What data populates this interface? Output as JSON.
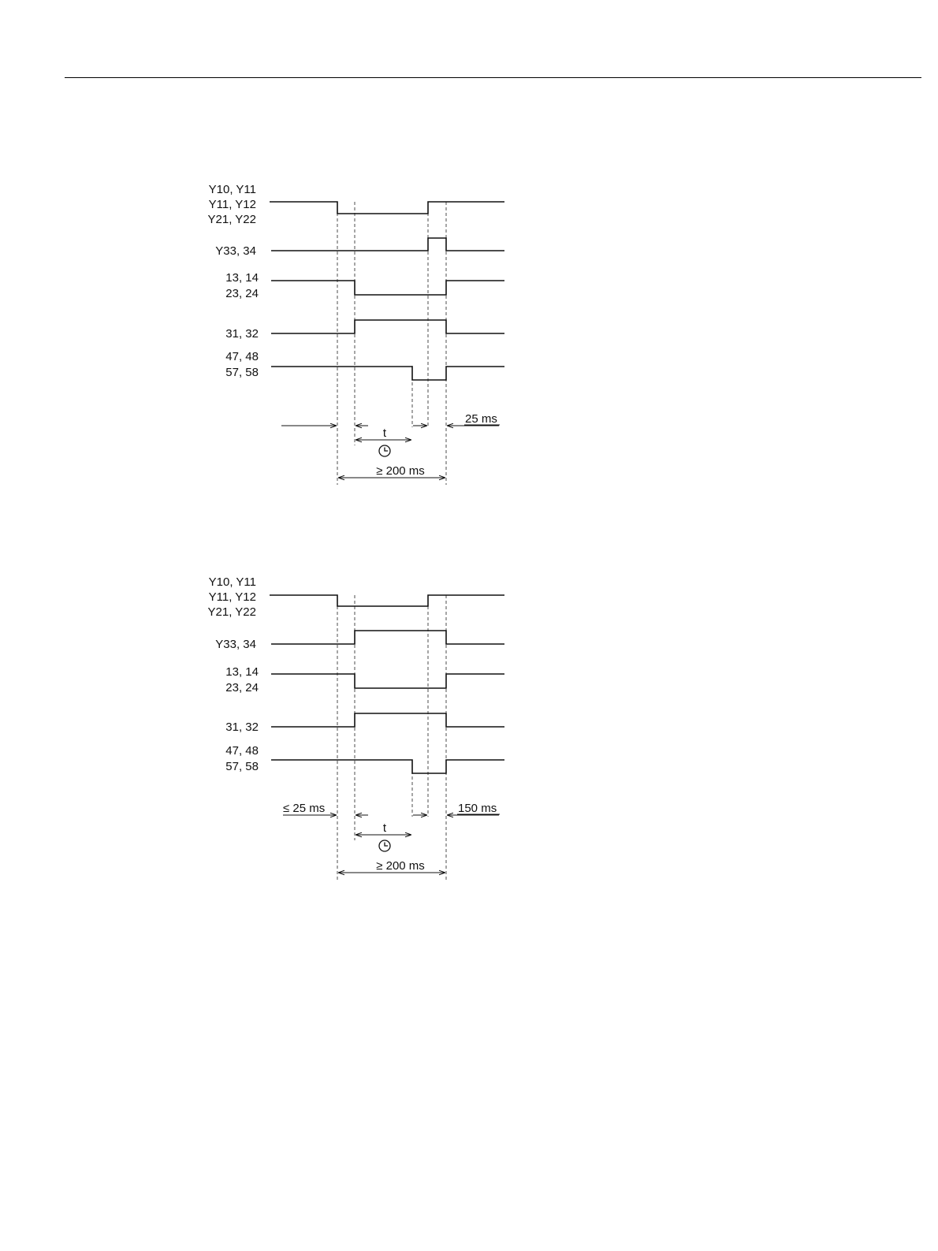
{
  "diagrams": [
    {
      "signals": [
        {
          "labels": [
            "Y10, Y11",
            "Y11, Y12",
            "Y21, Y22"
          ]
        },
        {
          "labels": [
            "Y33, 34"
          ]
        },
        {
          "labels": [
            "13, 14",
            "23, 24"
          ]
        },
        {
          "labels": [
            "31, 32"
          ]
        },
        {
          "labels": [
            "47, 48",
            "57, 58"
          ]
        }
      ],
      "left_time": "",
      "right_time": "25 ms",
      "t_label": "t",
      "min_time": "≥ 200 ms"
    },
    {
      "signals": [
        {
          "labels": [
            "Y10, Y11",
            "Y11, Y12",
            "Y21, Y22"
          ]
        },
        {
          "labels": [
            "Y33, 34"
          ]
        },
        {
          "labels": [
            "13, 14",
            "23, 24"
          ]
        },
        {
          "labels": [
            "31, 32"
          ]
        },
        {
          "labels": [
            "47, 48",
            "57, 58"
          ]
        }
      ],
      "left_time": "≤ 25 ms",
      "right_time": "150 ms",
      "t_label": "t",
      "min_time": "≥ 200 ms"
    }
  ]
}
